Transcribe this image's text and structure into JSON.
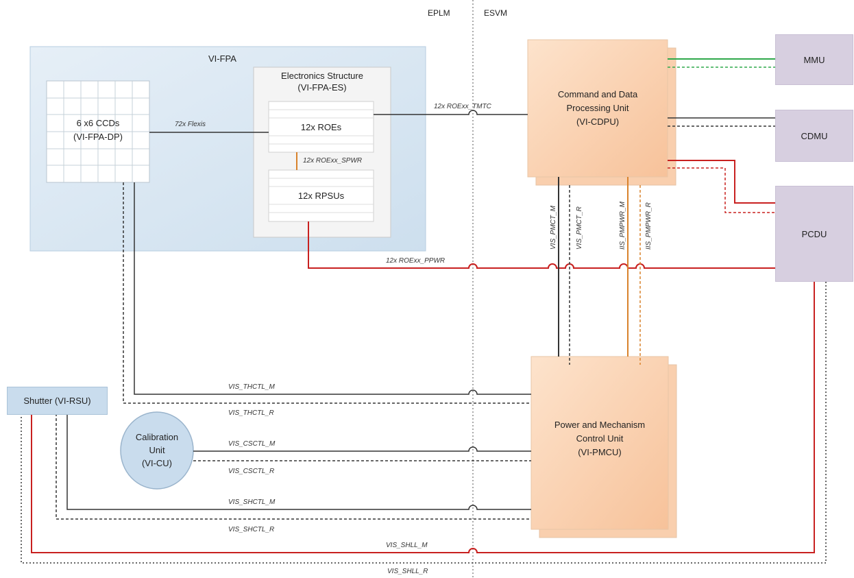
{
  "sections": {
    "left": "EPLM",
    "right": "ESVM"
  },
  "fpa": {
    "title": "VI-FPA",
    "ccd_line1": "6 x6 CCDs",
    "ccd_line2": "(VI-FPA-DP)",
    "es_line1": "Electronics Structure",
    "es_line2": "(VI-FPA-ES)",
    "roes": "12x ROEs",
    "rpsus": "12x RPSUs"
  },
  "cdpu": {
    "line1": "Command and Data",
    "line2": "Processing Unit",
    "line3": "(VI-CDPU)"
  },
  "pmcu": {
    "line1": "Power and Mechanism",
    "line2": "Control Unit",
    "line3": "(VI-PMCU)"
  },
  "mmu": "MMU",
  "cdmu": "CDMU",
  "pcdu": "PCDU",
  "shutter": "Shutter (VI-RSU)",
  "calibration": {
    "line1": "Calibration",
    "line2": "Unit",
    "line3": "(VI-CU)"
  },
  "signals": {
    "flexis": "72x Flexis",
    "tmtc": "12x ROExx_TMTC",
    "spwr": "12x ROExx_SPWR",
    "ppwr": "12x ROExx_PPWR",
    "pmct_m": "VIS_PMCT_M",
    "pmct_r": "VIS_PMCT_R",
    "pmpwr_m": "IIS_PMPWR_M",
    "pmpwr_r": "IIS_PMPWR_R",
    "thctl_m": "VIS_THCTL_M",
    "thctl_r": "VIS_THCTL_R",
    "csctl_m": "VIS_CSCTL_M",
    "csctl_r": "VIS_CSCTL_R",
    "shctl_m": "VIS_SHCTL_M",
    "shctl_r": "VIS_SHCTL_R",
    "shll_m": "VIS_SHLL_M",
    "shll_r": "VIS_SHLL_R"
  },
  "colors": {
    "fpa_bg": "#dbe8f2",
    "unit_fill": "#fbd5b5",
    "side_fill": "#d7cfe0",
    "power_red": "#c8201f",
    "orange": "#d9822b",
    "green": "#2ea84a",
    "data_line": "#333333"
  }
}
